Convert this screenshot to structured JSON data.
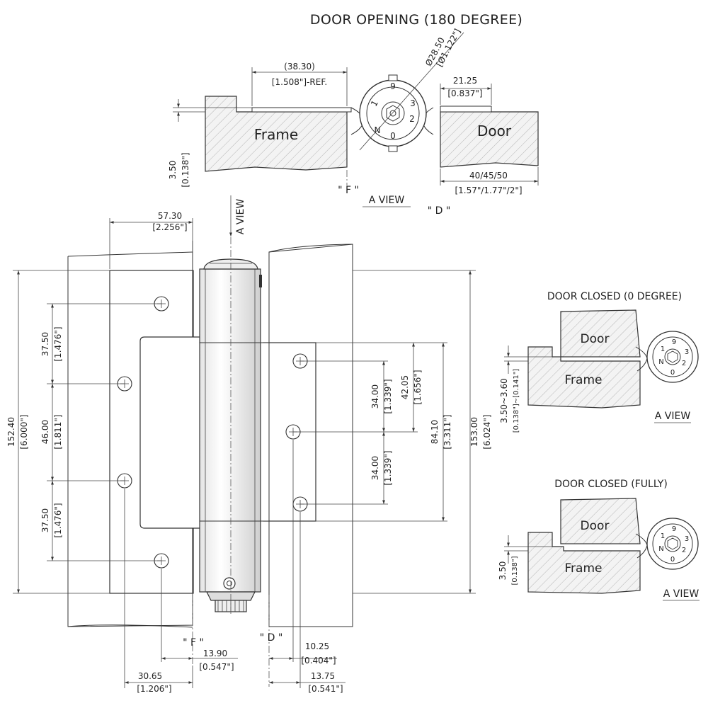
{
  "titles": {
    "door_opening": "DOOR OPENING (180 DEGREE)",
    "door_closed_0": "DOOR CLOSED (0 DEGREE)",
    "door_closed_fully": "DOOR CLOSED (FULLY)"
  },
  "labels": {
    "frame": "Frame",
    "door": "Door",
    "a_view": "A  VIEW",
    "a_view_vertical": "A VIEW",
    "f_mark": "\" F \"",
    "d_mark": "\" D \""
  },
  "top_view": {
    "ref_mm": "(38.30)",
    "ref_in": "[1.508\"]-REF.",
    "dia_mm": "Ø28.50",
    "dia_in": "[Ø1.122\"]",
    "w21_mm": "21.25",
    "w21_in": "[0.837\"]",
    "h350_mm": "3.50",
    "h350_in": "[0.138\"]",
    "door_mm": "40/45/50",
    "door_in": "[1.57\"/1.77\"/2\"]"
  },
  "main_view": {
    "w5730_mm": "57.30",
    "w5730_in": "[2.256\"]",
    "h15240_mm": "152.40",
    "h15240_in": "[6.000\"]",
    "s3750a_mm": "37.50",
    "s3750a_in": "[1.476\"]",
    "s4600_mm": "46.00",
    "s4600_in": "[1.811\"]",
    "s3750b_mm": "37.50",
    "s3750b_in": "[1.476\"]",
    "s3400a_mm": "34.00",
    "s3400a_in": "[1.339\"]",
    "s4205_mm": "42.05",
    "s4205_in": "[1.656\"]",
    "s3400b_mm": "34.00",
    "s3400b_in": "[1.339\"]",
    "s8410_mm": "84.10",
    "s8410_in": "[3.311\"]",
    "h15300_mm": "153.00",
    "h15300_in": "[6.024\"]",
    "w1390_mm": "13.90",
    "w1390_in": "[0.547\"]",
    "w3065_mm": "30.65",
    "w3065_in": "[1.206\"]",
    "w1025_mm": "10.25",
    "w1025_in": "[0.404\"]",
    "w1375_mm": "13.75",
    "w1375_in": "[0.541\"]"
  },
  "closed_0": {
    "gap_mm": "3.50~3.60",
    "gap_in": "[0.138\"]~[0.141\"]"
  },
  "closed_fully": {
    "gap_mm": "3.50",
    "gap_in": "[0.138\"]"
  },
  "dial_numbers": [
    "9",
    "1",
    "2",
    "3",
    "0",
    "N"
  ]
}
